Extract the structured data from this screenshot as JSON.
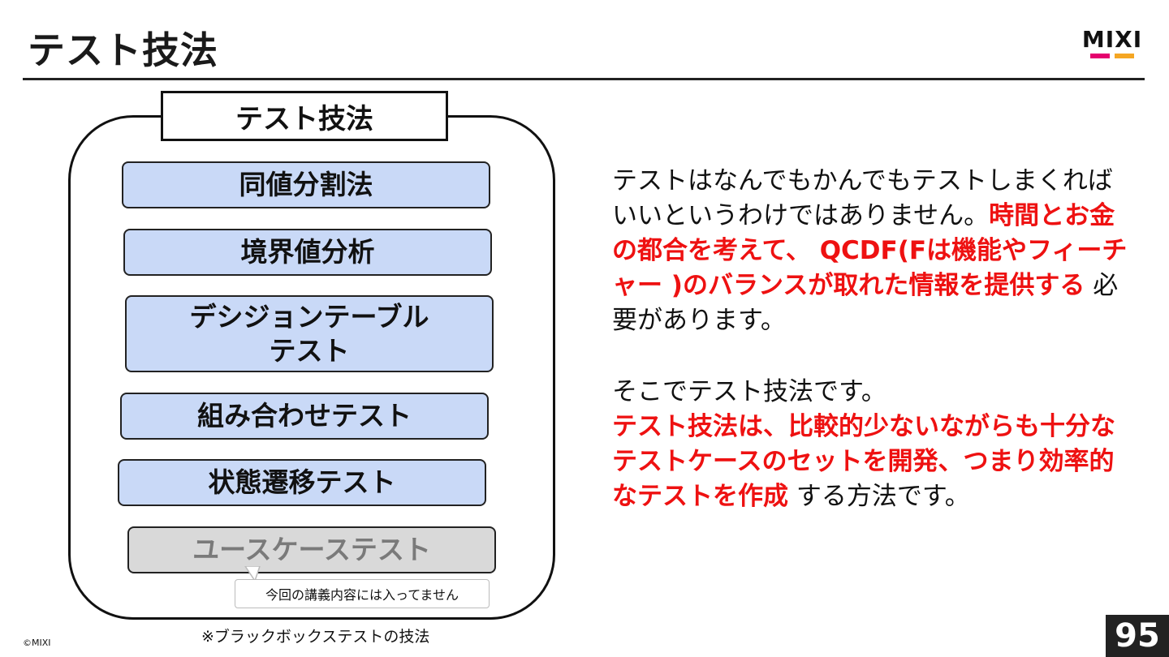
{
  "slide": {
    "title": "テスト技法",
    "page_number": "95",
    "copyright": "©MIXI"
  },
  "logo": {
    "text": "MIXI",
    "colors": {
      "left_bar": "#e5006e",
      "right_bar": "#f5a623"
    }
  },
  "diagram": {
    "label": "テスト技法",
    "techniques": [
      "同値分割法",
      "境界値分析",
      "デシジョンテーブル\nテスト",
      "組み合わせテスト",
      "状態遷移テスト",
      "ユースケーステスト"
    ],
    "callout": "今回の講義内容には入ってません",
    "footnote": "※ブラックボックステストの技法",
    "colors": {
      "box_fill": "#c9d9f7",
      "disabled_fill": "#d9d9d9",
      "disabled_text": "#7a7a7a"
    }
  },
  "body": {
    "p1_normal": "テストはなんでもかんでもテストしまくればいいというわけではありません。",
    "p1_red": "時間とお金の都合を考えて、 QCDF(Fは機能やフィーチャー )のバランスが取れた情報を提供する",
    "p1_tail": " 必要があります。",
    "p2_normal": "そこでテスト技法です。",
    "p2_red": "テスト技法は、比較的少ないながらも十分なテストケースのセットを開発、つまり効率的なテストを作成",
    "p2_tail": " する方法です。",
    "accent_color": "#ee1111"
  }
}
